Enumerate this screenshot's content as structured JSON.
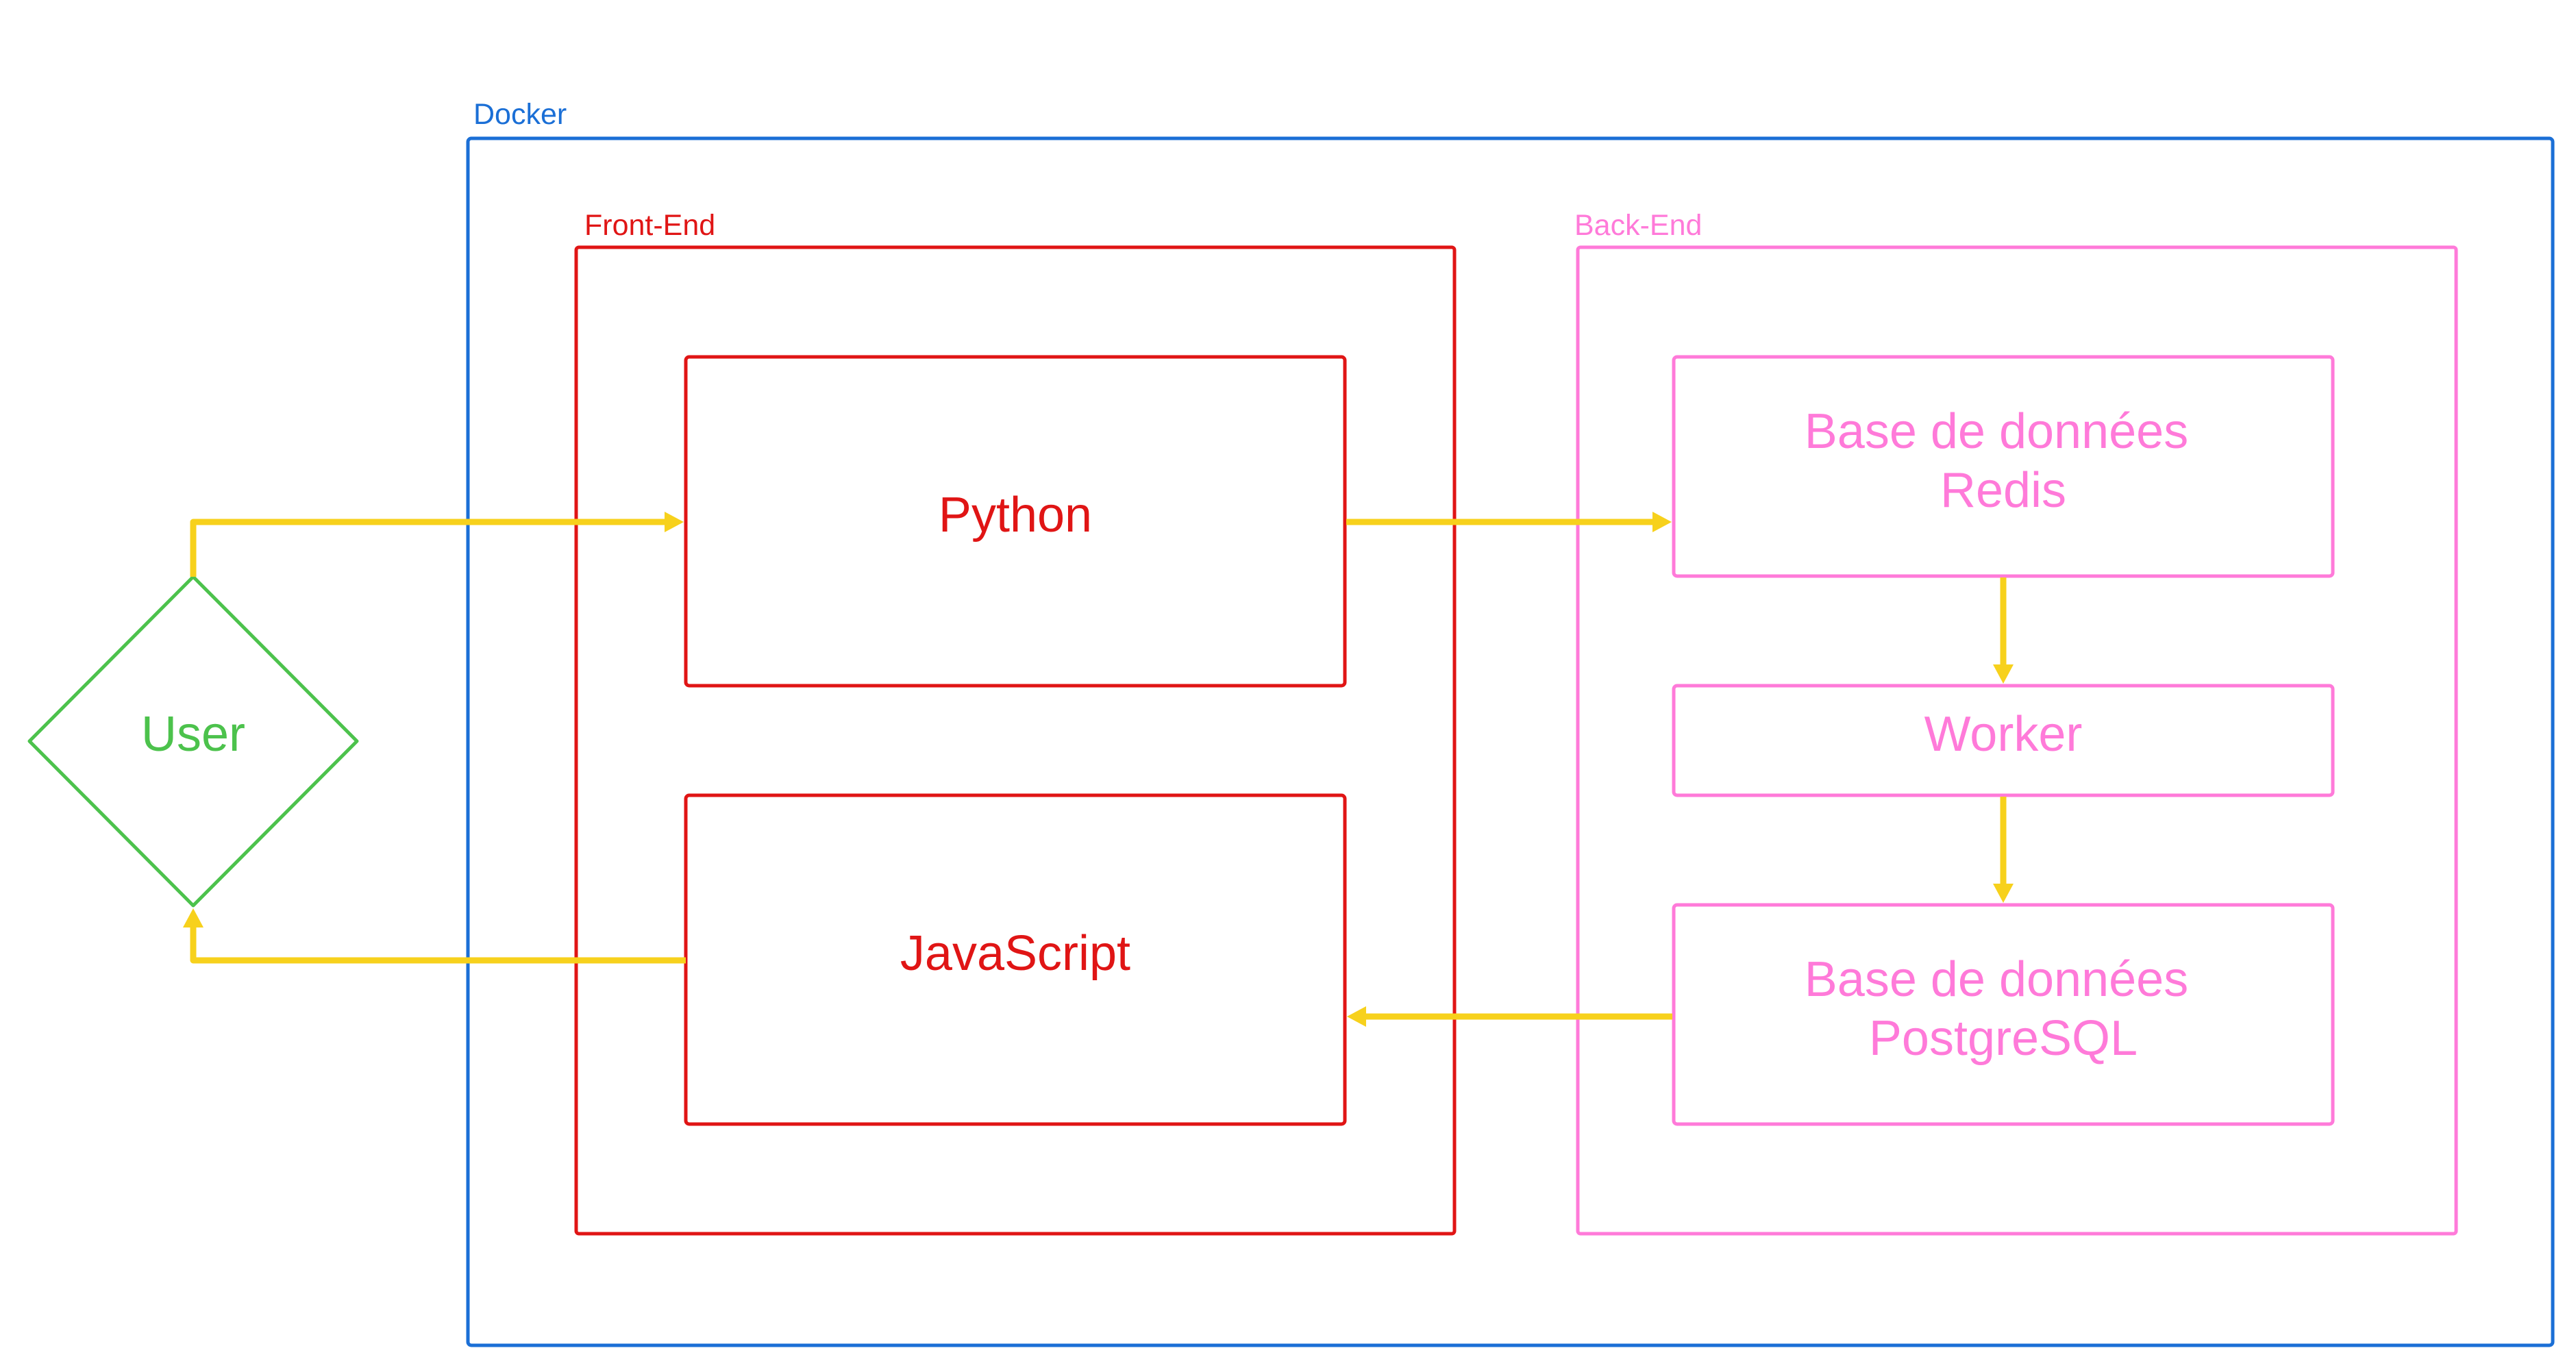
{
  "colors": {
    "docker": "#1b6fd6",
    "front_end": "#e01515",
    "back_end": "#ff7ad9",
    "user": "#4cc24c",
    "arrow": "#f7d11c"
  },
  "groups": {
    "docker": "Docker",
    "front_end": "Front-End",
    "back_end": "Back-End"
  },
  "nodes": {
    "user": "User",
    "python": "Python",
    "javascript": "JavaScript",
    "redis": [
      "Base de données",
      "Redis"
    ],
    "worker": "Worker",
    "postgres": [
      "Base de données",
      "PostgreSQL"
    ]
  }
}
